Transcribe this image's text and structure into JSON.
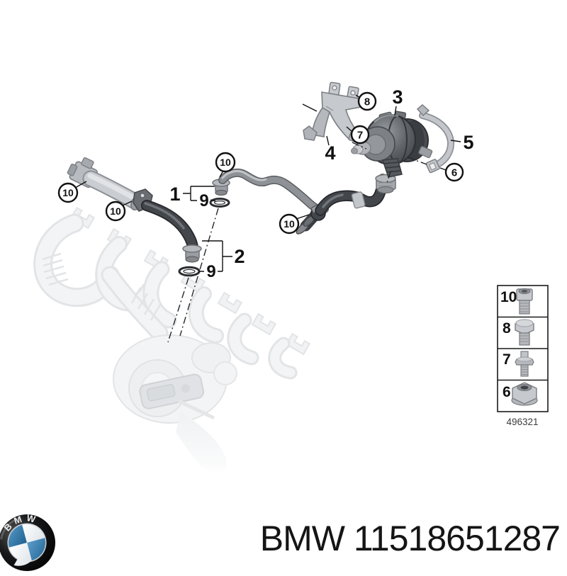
{
  "diagram": {
    "kind": "exploded-parts-diagram",
    "subject": "cooling system auxiliary water pump, coolant lines and mounting hardware over ghosted exhaust manifold with turbocharger",
    "callouts": {
      "circled": [
        {
          "id": "clamp-sleeve-hose-top",
          "label": "10"
        },
        {
          "id": "clamp-sleeve-hose-bottom",
          "label": "10"
        },
        {
          "id": "clamp-pipe-fitting",
          "label": "10"
        },
        {
          "id": "clamp-branch-fitting",
          "label": "10"
        },
        {
          "id": "bolt-bracket-top",
          "label": "8"
        },
        {
          "id": "bolt-bracket-mid",
          "label": "7"
        },
        {
          "id": "nut-strap",
          "label": "6"
        }
      ],
      "plain": [
        {
          "id": "hose-line-1",
          "label": "1"
        },
        {
          "id": "o-ring-line-1",
          "label": "9"
        },
        {
          "id": "hose-line-2",
          "label": "2"
        },
        {
          "id": "o-ring-line-2",
          "label": "9"
        },
        {
          "id": "water-pump",
          "label": "3"
        },
        {
          "id": "mounting-bracket",
          "label": "4"
        },
        {
          "id": "clamp-strap",
          "label": "5"
        }
      ]
    },
    "colors": {
      "ghost": "#e9ebed",
      "hose_dark": "#43464b",
      "hose_gray": "#8e9195",
      "line": "#111111"
    }
  },
  "legend": {
    "items": [
      {
        "num": "10",
        "icon": "socket-head-screw-icon"
      },
      {
        "num": "8",
        "icon": "hex-flange-bolt-icon"
      },
      {
        "num": "7",
        "icon": "stud-bolt-icon"
      },
      {
        "num": "6",
        "icon": "hex-flange-nut-icon"
      }
    ],
    "code": "496321"
  },
  "footer": {
    "logo_letters": "BMW",
    "part_text": "BMW 11518651287",
    "logo_blue": "#2f7cba"
  }
}
